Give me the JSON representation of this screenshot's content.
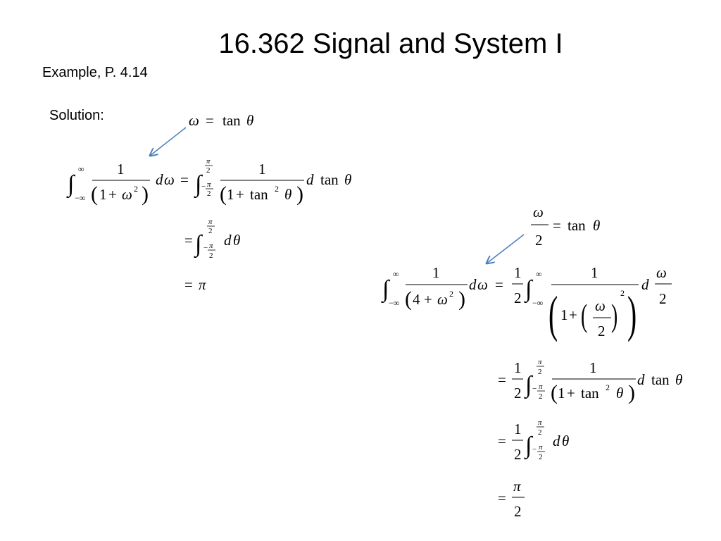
{
  "slide": {
    "title": "16.362 Signal and System I",
    "example": "Example, P. 4.14",
    "solution": "Solution:"
  },
  "math": {
    "eq": "=",
    "plus": "+",
    "one": "1",
    "two": "2",
    "four": "4",
    "sq": "2",
    "inf": "∞",
    "neginf": "−∞",
    "omega": "ω",
    "theta": "θ",
    "pi": "π",
    "tan": "tan",
    "d": "d",
    "minus": "−",
    "lparen": "(",
    "rparen": ")",
    "integral": "∫"
  },
  "colors": {
    "arrow": "#4a7ebb"
  },
  "arrows": [
    "substitution-arrow-left",
    "substitution-arrow-right"
  ]
}
